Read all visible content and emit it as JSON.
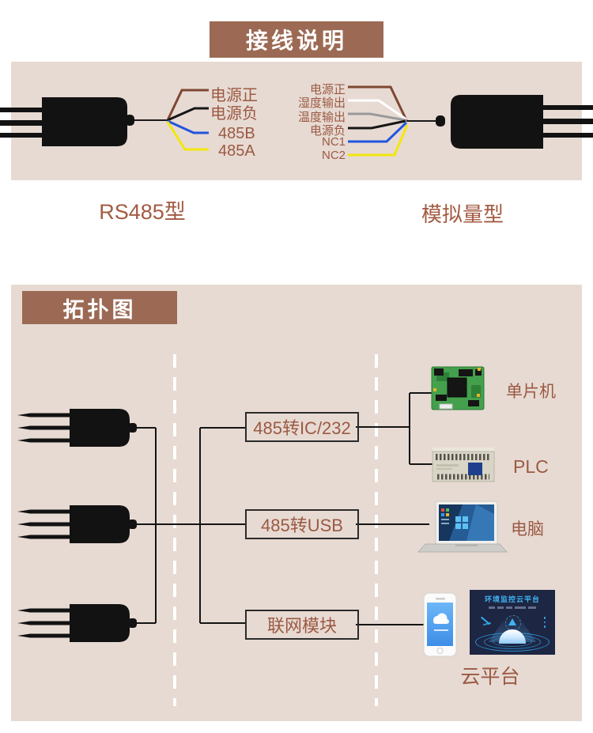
{
  "colors": {
    "banner_bg": "#9c6a54",
    "panel_bg": "#e7dad3",
    "label_text": "#9b5a43",
    "diagram_line": "#141414"
  },
  "wiring_section": {
    "title": "接线说明",
    "rs485": {
      "caption": "RS485型",
      "wires": [
        {
          "label": "电源正",
          "color": "#7d4832"
        },
        {
          "label": "电源负",
          "color": "#161616"
        },
        {
          "label": "485B",
          "color": "#2255dd"
        },
        {
          "label": "485A",
          "color": "#f2e70c"
        }
      ]
    },
    "analog": {
      "caption": "模拟量型",
      "wires": [
        {
          "label": "电源正",
          "color": "#7d4832"
        },
        {
          "label": "湿度输出",
          "color": "#ffffff"
        },
        {
          "label": "温度输出",
          "color": "#999999"
        },
        {
          "label": "电源负",
          "color": "#161616"
        },
        {
          "label": "NC1",
          "color": "#2255dd"
        },
        {
          "label": "NC2",
          "color": "#f2e70c"
        }
      ]
    }
  },
  "topology_section": {
    "title": "拓扑图",
    "converters": [
      {
        "label": "485转IC/232"
      },
      {
        "label": "485转USB"
      },
      {
        "label": "联网模块"
      }
    ],
    "endpoints": [
      {
        "label": "单片机"
      },
      {
        "label": "PLC"
      },
      {
        "label": "电脑"
      },
      {
        "label": "云平台"
      }
    ],
    "cloud_platform_screen": {
      "title": "环境监控云平台"
    }
  }
}
